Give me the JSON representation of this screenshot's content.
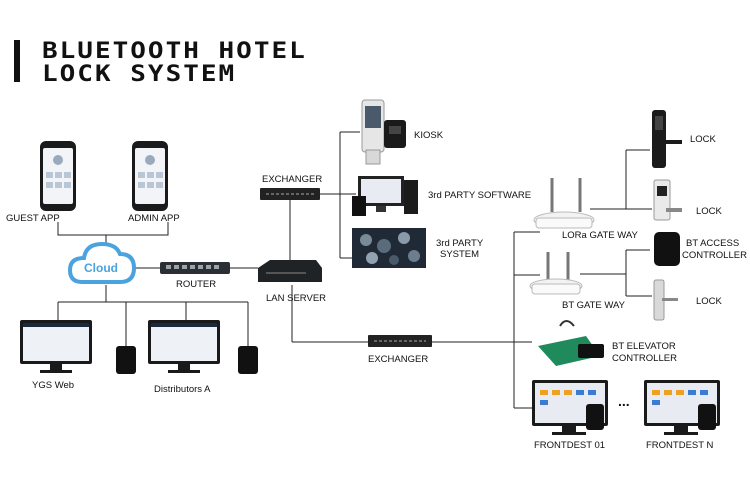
{
  "title": {
    "line1": "BLUETOOTH HOTEL",
    "line2": "LOCK SYSTEM"
  },
  "labels": {
    "guest_app": "GUEST APP",
    "admin_app": "ADMIN APP",
    "cloud": "Cloud",
    "router": "ROUTER",
    "lan_server": "LAN SERVER",
    "exchanger_top": "EXCHANGER",
    "exchanger_bottom": "EXCHANGER",
    "kiosk": "KIOSK",
    "third_party_software": "3rd PARTY SOFTWARE",
    "third_party_system_1": "3rd PARTY",
    "third_party_system_2": "SYSTEM",
    "lora_gateway": "LORa GATE WAY",
    "bt_gateway": "BT GATE WAY",
    "lock_1": "LOCK",
    "lock_2": "LOCK",
    "lock_3": "LOCK",
    "bt_access_1": "BT ACCESS",
    "bt_access_2": "CONTROLLER",
    "bt_elevator_1": "BT ELEVATOR",
    "bt_elevator_2": "CONTROLLER",
    "ygs_web": "YGS Web",
    "distributors": "Distributors A",
    "frontdest_01": "FRONTDEST 01",
    "frontdest_n": "FRONTDEST N",
    "ellipsis": "..."
  },
  "colors": {
    "line": "#222222",
    "device": "#1a1a1a",
    "cloud": "#4aa3df",
    "screen": "#e8ecf2"
  }
}
